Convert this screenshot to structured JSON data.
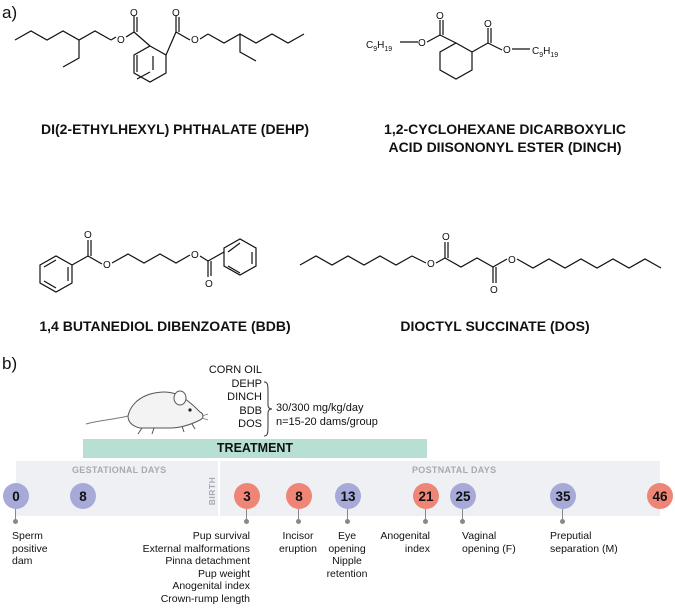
{
  "panel_a": {
    "label": "a)",
    "compounds": [
      {
        "name_line1": "DI(2-ETHYLHEXYL) PHTHALATE (DEHP)",
        "name_line2": ""
      },
      {
        "name_line1": "1,2-CYCLOHEXANE DICARBOXYLIC",
        "name_line2": "ACID DIISONONYL ESTER (DINCH)"
      },
      {
        "name_line1": "1,4 BUTANEDIOL DIBENZOATE (BDB)",
        "name_line2": ""
      },
      {
        "name_line1": "DIOCTYL SUCCINATE (DOS)",
        "name_line2": ""
      }
    ],
    "dinch_substituent": "C9H19"
  },
  "panel_b": {
    "label": "b)",
    "groups": [
      "CORN OIL",
      "DEHP",
      "DINCH",
      "BDB",
      "DOS"
    ],
    "dose": "30/300 mg/kg/day",
    "n": "n=15-20 dams/group",
    "treatment_label": "TREATMENT",
    "gestational_label": "GESTATIONAL DAYS",
    "postnatal_label": "POSTNATAL DAYS",
    "birth_label": "BIRTH",
    "colors": {
      "gestational": "#a7a9d8",
      "postnatal": "#ef8577",
      "treatment": "#b7dfd3"
    },
    "days": [
      {
        "day": "0",
        "phase": "gestational"
      },
      {
        "day": "8",
        "phase": "gestational"
      },
      {
        "day": "3",
        "phase": "postnatal"
      },
      {
        "day": "8",
        "phase": "postnatal"
      },
      {
        "day": "13",
        "phase": "gestational"
      },
      {
        "day": "21",
        "phase": "postnatal"
      },
      {
        "day": "25",
        "phase": "gestational"
      },
      {
        "day": "35",
        "phase": "gestational"
      },
      {
        "day": "46",
        "phase": "postnatal"
      }
    ],
    "notes": [
      {
        "lines": [
          "Sperm",
          "positive",
          "dam"
        ]
      },
      {
        "lines": [
          "Pup survival",
          "External malformations",
          "Pinna detachment",
          "Pup weight",
          "Anogenital index",
          "Crown-rump length"
        ]
      },
      {
        "lines": [
          "Incisor",
          "eruption"
        ]
      },
      {
        "lines": [
          "Eye",
          "opening",
          "Nipple",
          "retention"
        ]
      },
      {
        "lines": [
          "Anogenital",
          "index"
        ]
      },
      {
        "lines": [
          "Vaginal",
          "opening (F)"
        ]
      },
      {
        "lines": [
          "Preputial",
          "separation (M)"
        ]
      }
    ]
  }
}
